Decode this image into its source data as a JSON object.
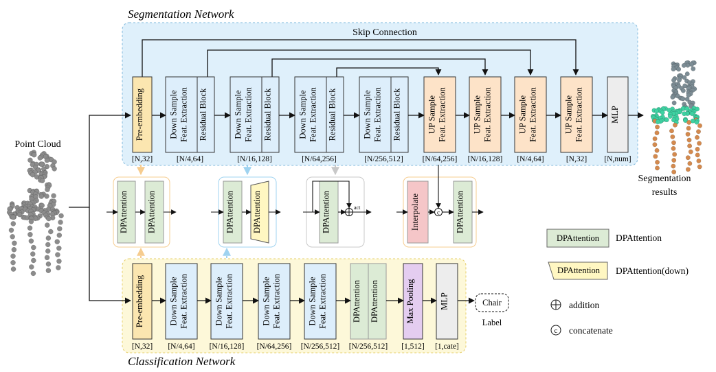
{
  "titles": {
    "segmentation": "Segmentation Network",
    "classification": "Classification Network",
    "skip": "Skip Connection"
  },
  "input": {
    "label": "Point Cloud"
  },
  "output": {
    "seg_label_line1": "Segmentation",
    "seg_label_line2": "results"
  },
  "colors": {
    "seg_bg": "#dff0fb",
    "seg_border": "#7fb8dc",
    "cls_bg": "#fdf8d9",
    "cls_border": "#e6cf6c",
    "preembed": "#fbe6b0",
    "downsample": "#ddeefb",
    "upsample": "#fde3c8",
    "mlp": "#ededed",
    "dpattn": "#dcebd5",
    "dpattn_down": "#fff7c2",
    "interpolate": "#f5c6c8",
    "maxpool": "#e4cdf0",
    "arrow_blue": "#9fd3f0",
    "arrow_orange": "#f6cc8f",
    "arrow_gray": "#c8c8c8"
  },
  "seg_blocks": [
    {
      "parts": [
        "Pre-embedding"
      ],
      "dim": "[N,32]"
    },
    {
      "parts": [
        "Down Sample",
        "Feat. Extraction",
        "Residual Block"
      ],
      "dim": "[N/4,64]"
    },
    {
      "parts": [
        "Down Sample",
        "Feat. Extraction",
        "Residual Block"
      ],
      "dim": "[N/16,128]"
    },
    {
      "parts": [
        "Down Sample",
        "Feat. Extraction",
        "Residual Block"
      ],
      "dim": "[N/64,256]"
    },
    {
      "parts": [
        "Down Sample",
        "Feat. Extraction",
        "Residual Block"
      ],
      "dim": "[N/256,512]"
    },
    {
      "parts": [
        "UP Sample",
        "Feat. Extraction"
      ],
      "dim": "[N/64,256]"
    },
    {
      "parts": [
        "UP Sample",
        "Feat. Extraction"
      ],
      "dim": "[N/16,128]"
    },
    {
      "parts": [
        "UP Sample",
        "Feat. Extraction"
      ],
      "dim": "[N/4,64]"
    },
    {
      "parts": [
        "UP Sample",
        "Feat. Extraction"
      ],
      "dim": "[N,32]"
    },
    {
      "parts": [
        "MLP"
      ],
      "dim": "[N,num]"
    }
  ],
  "cls_blocks": [
    {
      "parts": [
        "Pre-embedding"
      ],
      "dim": "[N,32]"
    },
    {
      "parts": [
        "Down Sample",
        "Feat. Extraction"
      ],
      "dim": "[N/4,64]"
    },
    {
      "parts": [
        "Down Sample",
        "Feat. Extraction"
      ],
      "dim": "[N/16,128]"
    },
    {
      "parts": [
        "Down Sample",
        "Feat. Extraction"
      ],
      "dim": "[N/64,256]"
    },
    {
      "parts": [
        "Down Sample",
        "Feat. Extraction"
      ],
      "dim": "[N/256,512]"
    },
    {
      "parts": [
        "DPAttention",
        "DPAttention"
      ],
      "dim": "[N/256,512]"
    },
    {
      "parts": [
        "Max Pooling"
      ],
      "dim": "[1,512]"
    },
    {
      "parts": [
        "MLP"
      ],
      "dim": "[1,cate]"
    }
  ],
  "detail": {
    "dpattention": "DPAttention",
    "interpolate": "Interpolate",
    "act": "act"
  },
  "class_output": {
    "value": "Chair",
    "caption": "Label"
  },
  "legend": {
    "dpattention_box": "DPAttention",
    "dpattention_text": "DPAttention",
    "dpattention_down_box": "DPAttention",
    "dpattention_down_text": "DPAttention(down)",
    "addition": "addition",
    "concatenate": "concatenate"
  }
}
